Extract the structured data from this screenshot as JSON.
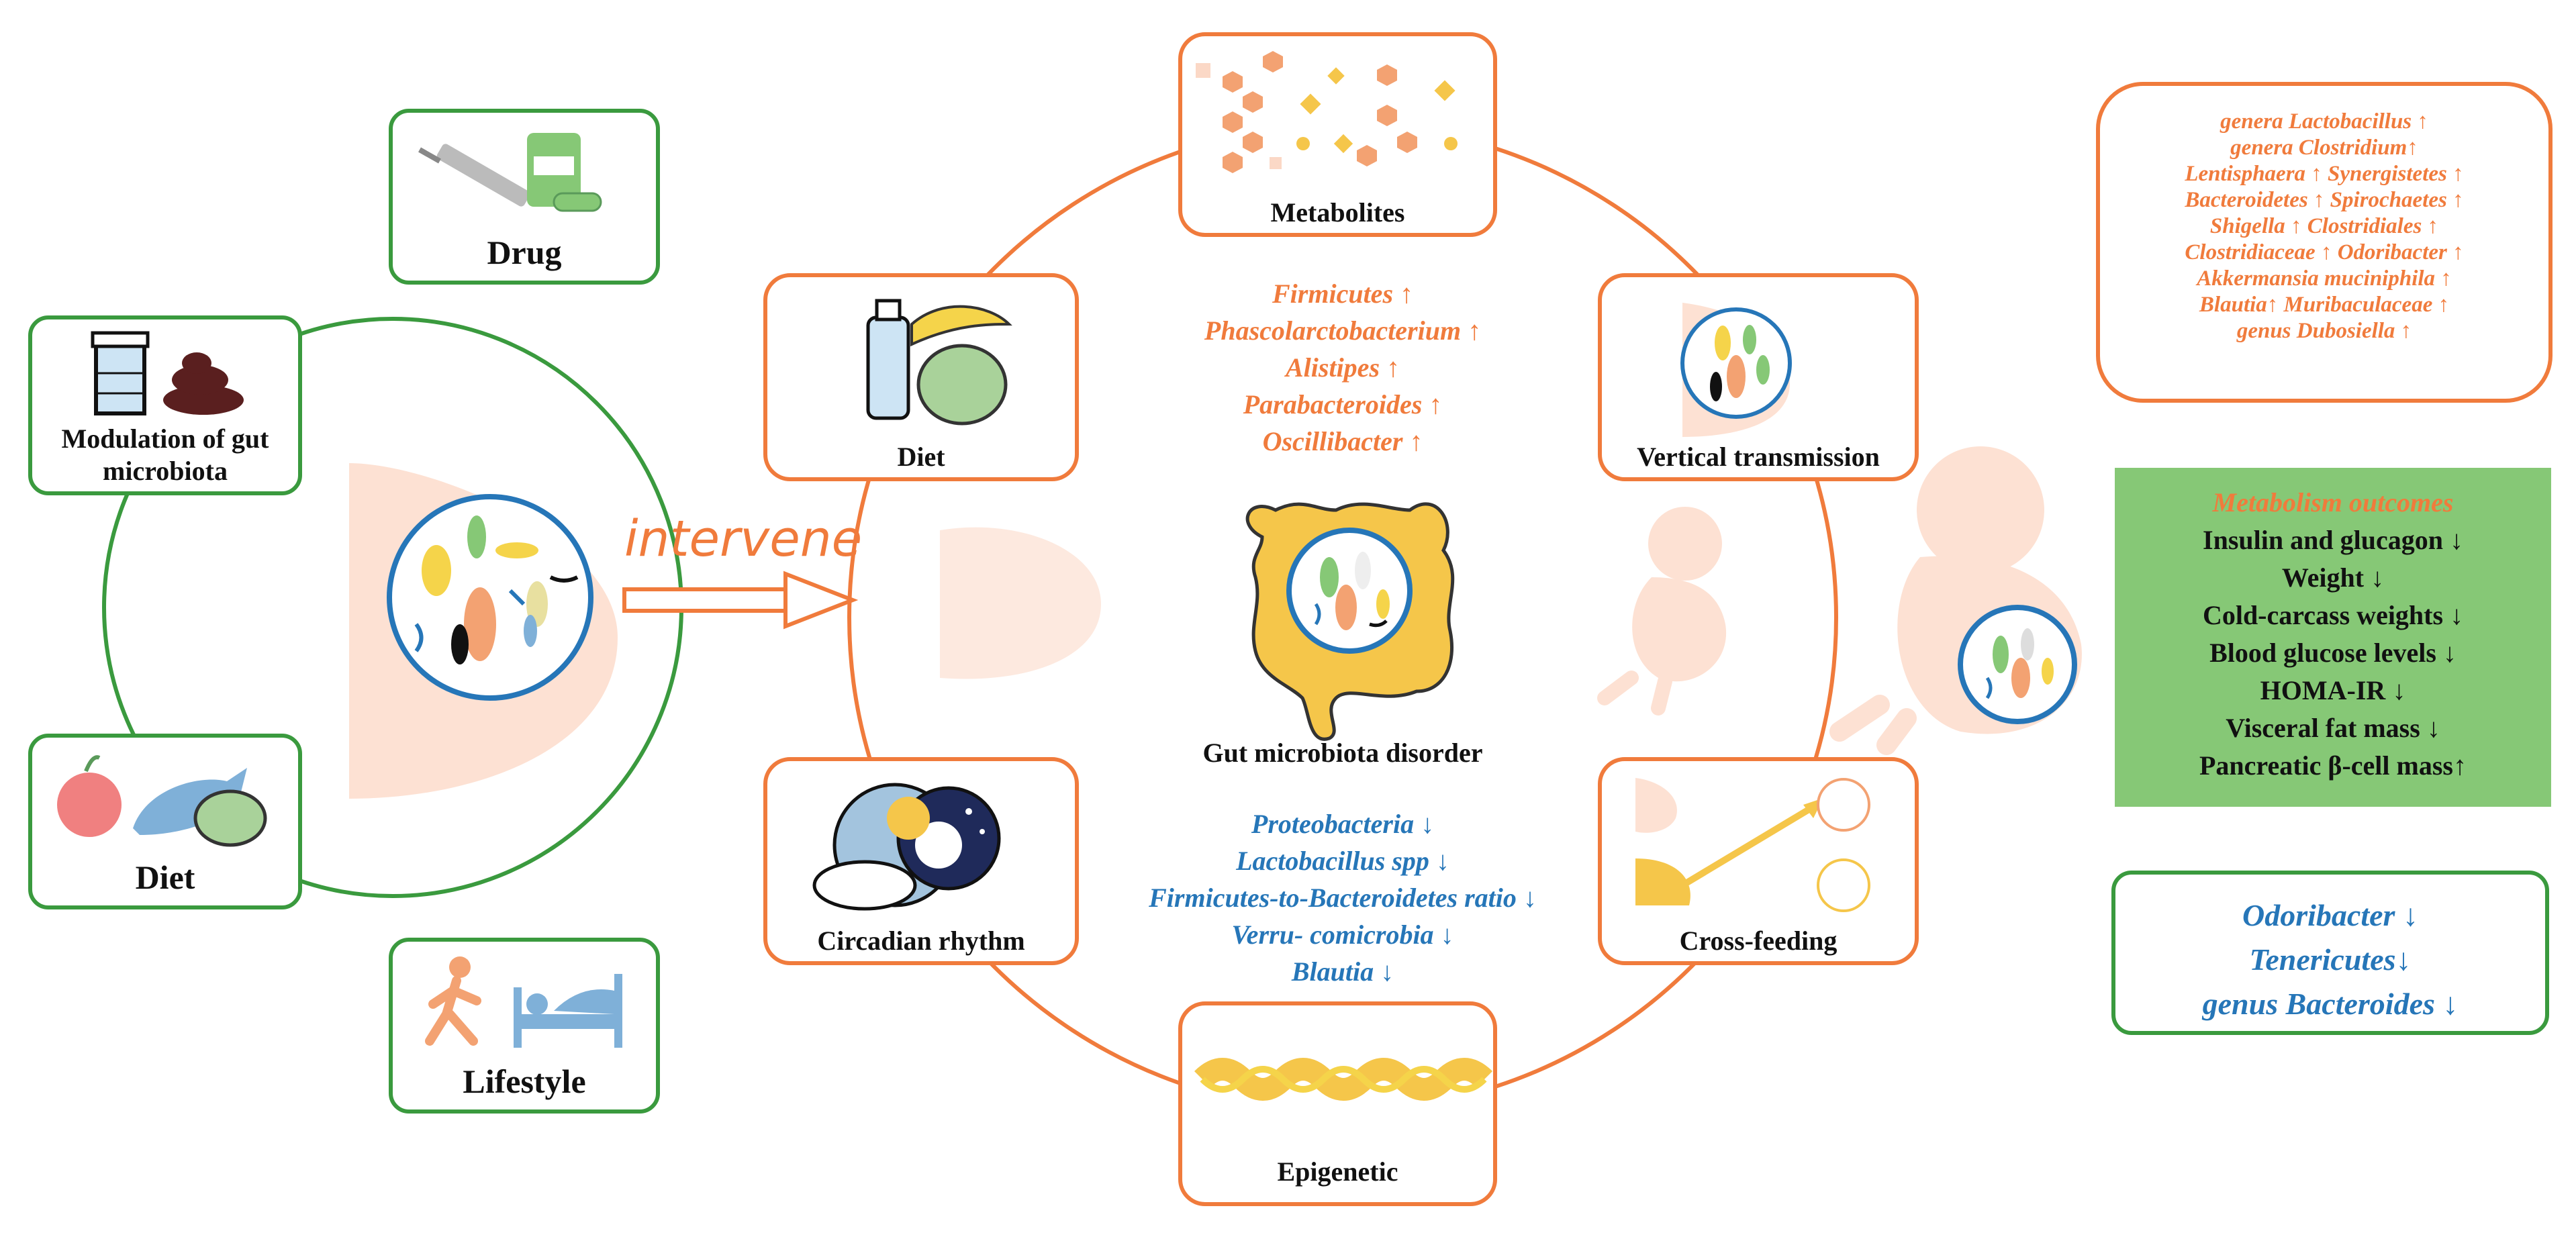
{
  "left_panel": {
    "drug": "Drug",
    "modulation": [
      "Modulation of gut",
      "microbiota"
    ],
    "diet": "Diet",
    "lifestyle": "Lifestyle"
  },
  "intervene": "intervene",
  "factors": {
    "metabolites": "Metabolites",
    "diet": "Diet",
    "vertical_transmission": "Vertical transmission",
    "circadian_rhythm": "Circadian rhythm",
    "cross_feeding": "Cross-feeding",
    "epigenetic": "Epigenetic"
  },
  "gut_title": "Gut microbiota disorder",
  "center_increased": [
    "Firmicutes ↑",
    "Phascolarctobacterium ↑",
    "Alistipes ↑",
    "Parabacteroides ↑",
    "Oscillibacter ↑"
  ],
  "center_decreased": [
    "Proteobacteria ↓",
    "Lactobacillus spp ↓",
    "Firmicutes-to-Bacteroidetes ratio ↓",
    "Verru- comicrobia ↓",
    "Blautia ↓"
  ],
  "right_increased": [
    "genera Lactobacillus ↑",
    "genera Clostridium↑",
    "Lentisphaera ↑ Synergistetes ↑",
    "Bacteroidetes ↑ Spirochaetes ↑",
    "Shigella ↑ Clostridiales ↑",
    "Clostridiaceae ↑ Odoribacter ↑",
    "Akkermansia muciniphila ↑",
    "Blautia↑ Muribaculaceae ↑",
    "genus Dubosiella ↑"
  ],
  "metabolism": {
    "title": "Metabolism outcomes",
    "items": [
      "Insulin and glucagon ↓",
      "Weight ↓",
      "Cold-carcass weights ↓",
      "Blood glucose levels ↓",
      "HOMA-IR ↓",
      "Visceral fat mass ↓",
      "Pancreatic β-cell mass↑"
    ]
  },
  "right_decreased": [
    "Odoribacter ↓",
    "Tenericutes↓",
    "genus Bacteroides ↓"
  ],
  "colors": {
    "orange": "#f07b3c",
    "green_border": "#3a9a3e",
    "blue_text": "#2676b8",
    "metab_bg": "#86c876",
    "skin": "#fde1d3",
    "gut_yellow": "#f5c64a"
  }
}
